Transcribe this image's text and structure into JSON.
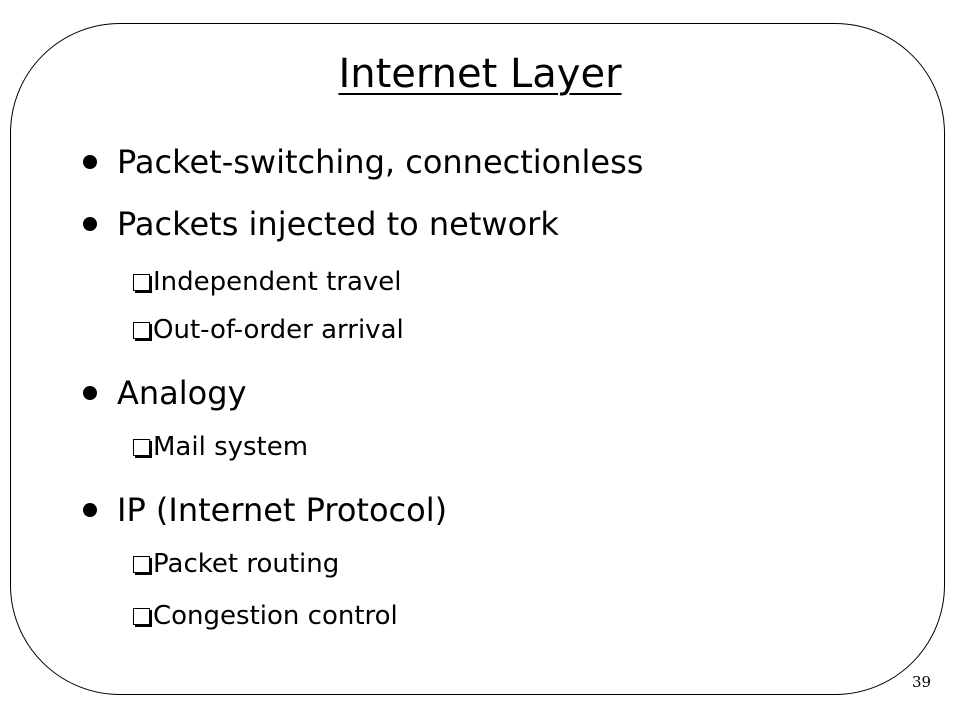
{
  "title": "Internet Layer",
  "bullets": [
    {
      "text": "Packet-switching, connectionless",
      "subitems": []
    },
    {
      "text": "Packets injected to network",
      "subitems": [
        "Independent travel",
        "Out-of-order arrival"
      ]
    },
    {
      "text": "Analogy",
      "subitems": [
        "Mail system"
      ]
    },
    {
      "text": "IP (Internet Protocol)",
      "subitems": [
        "Packet routing",
        "Congestion control"
      ]
    }
  ],
  "page_number": "39",
  "colors": {
    "text": "#000000",
    "background": "#ffffff",
    "border": "#000000"
  },
  "icons": {
    "bullet": "filled-circle-bullet",
    "sub_bullet": "shadowed-square-bullet"
  }
}
